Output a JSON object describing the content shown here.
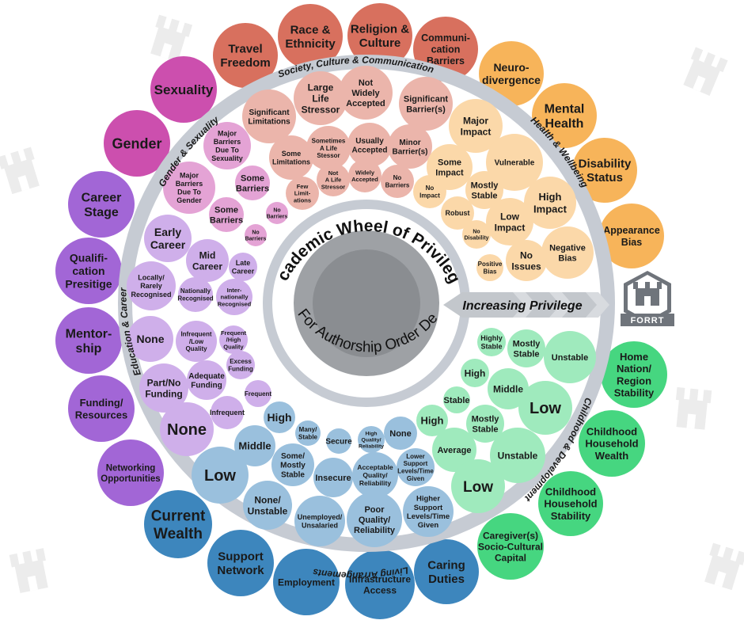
{
  "title": "Academic Wheel of Privilege",
  "subtitle": "A Tool For Authorship Order Decisions",
  "arrow_label": "Increasing Privilege",
  "logo_text": "FORRT",
  "colors": {
    "society": "#d8705e",
    "health": "#f7b45a",
    "childhood": "#46d680",
    "living": "#3d86bd",
    "education": "#a266d6",
    "gender": "#cc4fae",
    "ring": "#c6cbd3",
    "arrow": "#c3c7cc"
  },
  "sections": [
    {
      "id": "society",
      "label": "Society, Culture & Communication"
    },
    {
      "id": "health",
      "label": "Health & Wellbeing"
    },
    {
      "id": "childhood",
      "label": "Childhood & Development"
    },
    {
      "id": "living",
      "label": "Living Arrangements"
    },
    {
      "id": "education",
      "label": "Education & Career"
    },
    {
      "id": "gender",
      "label": "Gender & Sexuality"
    }
  ],
  "outer_items": [
    {
      "text": "Travel\nFreedom",
      "color": "society"
    },
    {
      "text": "Race &\nEthnicity",
      "color": "society"
    },
    {
      "text": "Religion &\nCulture",
      "color": "society"
    },
    {
      "text": "Communi-\ncation\nBarriers",
      "color": "society"
    },
    {
      "text": "Neuro-\ndivergence",
      "color": "health"
    },
    {
      "text": "Mental\nHealth",
      "color": "health"
    },
    {
      "text": "Disability\nStatus",
      "color": "health"
    },
    {
      "text": "Appearance\nBias",
      "color": "health"
    },
    {
      "text": "Home\nNation/\nRegion\nStability",
      "color": "childhood"
    },
    {
      "text": "Childhood\nHousehold\nWealth",
      "color": "childhood"
    },
    {
      "text": "Childhood\nHousehold\nStability",
      "color": "childhood"
    },
    {
      "text": "Caregiver(s)\nSocio-Cultural\nCapital",
      "color": "childhood"
    },
    {
      "text": "Caring\nDuties",
      "color": "living"
    },
    {
      "text": "Infrastructure\nAccess",
      "color": "living"
    },
    {
      "text": "Employment",
      "color": "living"
    },
    {
      "text": "Support\nNetwork",
      "color": "living"
    },
    {
      "text": "Current\nWealth",
      "color": "living"
    },
    {
      "text": "Networking\nOpportunities",
      "color": "education"
    },
    {
      "text": "Funding/\nResources",
      "color": "education"
    },
    {
      "text": "Mentor-\nship",
      "color": "education"
    },
    {
      "text": "Qualifi-\ncation\nPresitige",
      "color": "education"
    },
    {
      "text": "Career\nStage",
      "color": "education"
    },
    {
      "text": "Gender",
      "color": "gender"
    },
    {
      "text": "Sexuality",
      "color": "gender"
    }
  ],
  "inner_items": [
    {
      "text": "Significant\nLimitations",
      "color": "society"
    },
    {
      "text": "Large\nLife\nStressor",
      "color": "society"
    },
    {
      "text": "Not\nWidely\nAccepted",
      "color": "society"
    },
    {
      "text": "Significant\nBarrier(s)",
      "color": "society"
    },
    {
      "text": "Some\nLimitations",
      "color": "society"
    },
    {
      "text": "Sometimes\nA Life\nStessor",
      "color": "society"
    },
    {
      "text": "Usually\nAccepted",
      "color": "society"
    },
    {
      "text": "Minor\nBarrier(s)",
      "color": "society"
    },
    {
      "text": "Few\nLimit-\nations",
      "color": "society"
    },
    {
      "text": "Not\nA Life\nStressor",
      "color": "society"
    },
    {
      "text": "Widely\nAccepted",
      "color": "society"
    },
    {
      "text": "No\nBarriers",
      "color": "society"
    },
    {
      "text": "Major\nImpact",
      "color": "health"
    },
    {
      "text": "Some\nImpact",
      "color": "health"
    },
    {
      "text": "Vulnerable",
      "color": "health"
    },
    {
      "text": "Mostly\nStable",
      "color": "health"
    },
    {
      "text": "High\nImpact",
      "color": "health"
    },
    {
      "text": "No\nImpact",
      "color": "health"
    },
    {
      "text": "Robust",
      "color": "health"
    },
    {
      "text": "Low\nImpact",
      "color": "health"
    },
    {
      "text": "No\nDisability",
      "color": "health"
    },
    {
      "text": "Negative\nBias",
      "color": "health"
    },
    {
      "text": "Positive\nBias",
      "color": "health"
    },
    {
      "text": "No\nIssues",
      "color": "health"
    },
    {
      "text": "Highly\nStable",
      "color": "childhood"
    },
    {
      "text": "Mostly\nStable",
      "color": "childhood"
    },
    {
      "text": "Unstable",
      "color": "childhood"
    },
    {
      "text": "High",
      "color": "childhood"
    },
    {
      "text": "Middle",
      "color": "childhood"
    },
    {
      "text": "Stable",
      "color": "childhood"
    },
    {
      "text": "Low",
      "color": "childhood"
    },
    {
      "text": "High",
      "color": "childhood"
    },
    {
      "text": "Mostly\nStable",
      "color": "childhood"
    },
    {
      "text": "Average",
      "color": "childhood"
    },
    {
      "text": "Unstable",
      "color": "childhood"
    },
    {
      "text": "Low",
      "color": "childhood"
    },
    {
      "text": "High",
      "color": "living"
    },
    {
      "text": "Many/\nStable",
      "color": "living"
    },
    {
      "text": "Secure",
      "color": "living"
    },
    {
      "text": "High\nQuality/\nReliability",
      "color": "living"
    },
    {
      "text": "None",
      "color": "living"
    },
    {
      "text": "Middle",
      "color": "living"
    },
    {
      "text": "Some/\nMostly\nStable",
      "color": "living"
    },
    {
      "text": "Insecure",
      "color": "living"
    },
    {
      "text": "Acceptable\nQuality/\nReliability",
      "color": "living"
    },
    {
      "text": "Lower\nSupport\nLevels/Time\nGiven",
      "color": "living"
    },
    {
      "text": "Low",
      "color": "living"
    },
    {
      "text": "None/\nUnstable",
      "color": "living"
    },
    {
      "text": "Unemployed/\nUnsalaried",
      "color": "living"
    },
    {
      "text": "Poor\nQuality/\nReliability",
      "color": "living"
    },
    {
      "text": "Higher\nSupport\nLevels/Time\nGiven",
      "color": "living"
    },
    {
      "text": "Early\nCareer",
      "color": "education"
    },
    {
      "text": "Mid\nCareer",
      "color": "education"
    },
    {
      "text": "Late\nCareer",
      "color": "education"
    },
    {
      "text": "Locally/\nRarely\nRecognised",
      "color": "education"
    },
    {
      "text": "Nationally\nRecognised",
      "color": "education"
    },
    {
      "text": "Inter-\nnationally\nRecognised",
      "color": "education"
    },
    {
      "text": "None",
      "color": "education"
    },
    {
      "text": "Infrequent\n/Low\nQuality",
      "color": "education"
    },
    {
      "text": "Frequent\n/High\nQuality",
      "color": "education"
    },
    {
      "text": "Part/No\nFunding",
      "color": "education"
    },
    {
      "text": "Adequate\nFunding",
      "color": "education"
    },
    {
      "text": "Excess\nFunding",
      "color": "education"
    },
    {
      "text": "None",
      "color": "education"
    },
    {
      "text": "Infrequent",
      "color": "education"
    },
    {
      "text": "Frequent",
      "color": "education"
    },
    {
      "text": "Major\nBarriers\nDue To\nSexuality",
      "color": "gender"
    },
    {
      "text": "Major\nBarriers\nDue To\nGender",
      "color": "gender"
    },
    {
      "text": "Some\nBarriers",
      "color": "gender"
    },
    {
      "text": "Some\nBarriers",
      "color": "gender"
    },
    {
      "text": "No\nBarriers",
      "color": "gender"
    },
    {
      "text": "No\nBarriers",
      "color": "gender"
    }
  ]
}
